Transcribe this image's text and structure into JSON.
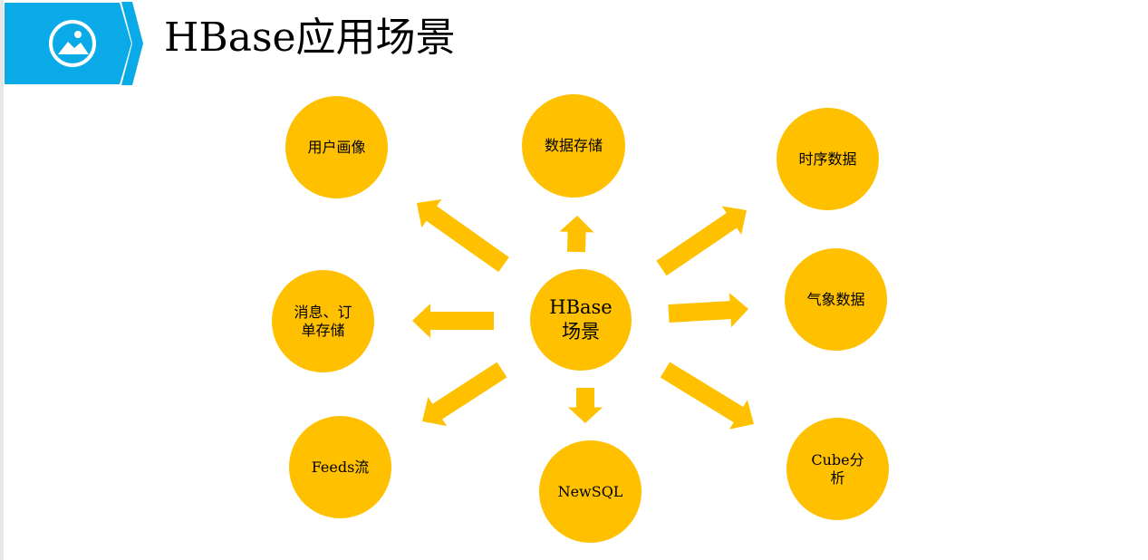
{
  "title": "HBase应用场景",
  "colors": {
    "accent": "#0AAAE8",
    "circle": "#FFC000",
    "arrow": "#FFC000",
    "text": "#000000"
  },
  "icon": "picture-icon",
  "center": {
    "line1": "HBase",
    "line2": "场景"
  },
  "nodes": [
    {
      "id": "user-profile",
      "line1": "用户画像",
      "line2": ""
    },
    {
      "id": "data-storage",
      "line1": "数据存储",
      "line2": ""
    },
    {
      "id": "time-series",
      "line1": "时序数据",
      "line2": ""
    },
    {
      "id": "message-order",
      "line1": "消息、订",
      "line2": "单存储"
    },
    {
      "id": "weather",
      "line1": "气象数据",
      "line2": ""
    },
    {
      "id": "feeds",
      "line1": "Feeds流",
      "line2": ""
    },
    {
      "id": "newsql",
      "line1": "NewSQL",
      "line2": ""
    },
    {
      "id": "cube",
      "line1": "Cube分",
      "line2": "析"
    }
  ]
}
